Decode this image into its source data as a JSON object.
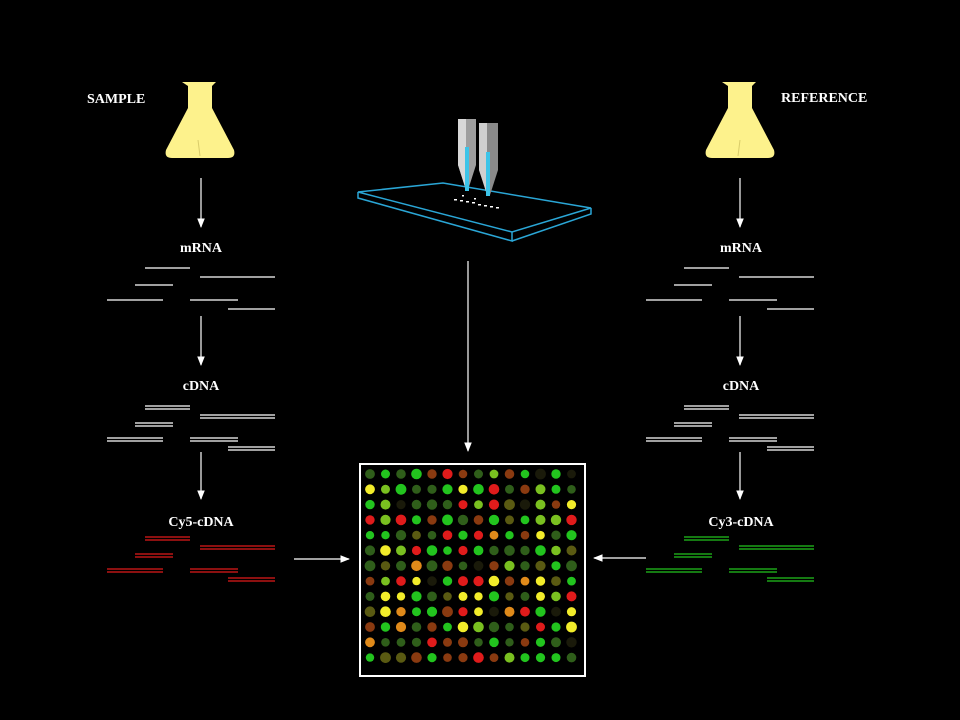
{
  "left_panel": {
    "title": "SAMPLE",
    "step1": "mRNA",
    "step2": "cDNA",
    "step3": "Cy5-cDNA",
    "dye_color": "#e01b1b"
  },
  "right_panel": {
    "title": "REFERENCE",
    "step1": "mRNA",
    "step2": "cDNA",
    "step3": "Cy3-cDNA",
    "dye_color": "#22c41e"
  },
  "colors": {
    "background": "#000000",
    "flask": "#fdf28c",
    "glass_slide": "#2aa6d6",
    "red_spot": "#e01b1b",
    "green_spot": "#22c41e",
    "yellow_spot": "#f2ec2a"
  },
  "icons": {
    "flask_left": "conical-flask-icon",
    "flask_right": "conical-flask-icon",
    "slide": "printing-pins-slide-icon",
    "array": "microarray-grid"
  }
}
